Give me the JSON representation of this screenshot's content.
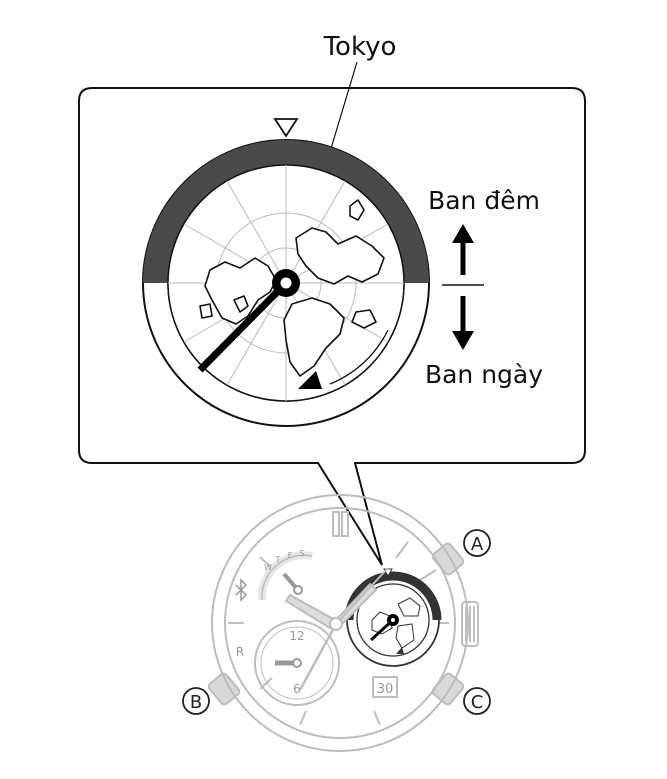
{
  "labels": {
    "city": "Tokyo",
    "night": "Ban đêm",
    "day": "Ban ngày"
  },
  "buttons": {
    "a": "A",
    "b": "B",
    "c": "C"
  },
  "watch": {
    "subdial_12": "12",
    "subdial_6": "6",
    "date": "30",
    "r_mark": "R",
    "weekday_s": "S",
    "weekday_f": "F",
    "weekday_t": "T",
    "weekday_w": "W"
  },
  "colors": {
    "night_band": "#4a4a4a",
    "hand": "#000000",
    "watch_outline": "#bdbdbd"
  }
}
